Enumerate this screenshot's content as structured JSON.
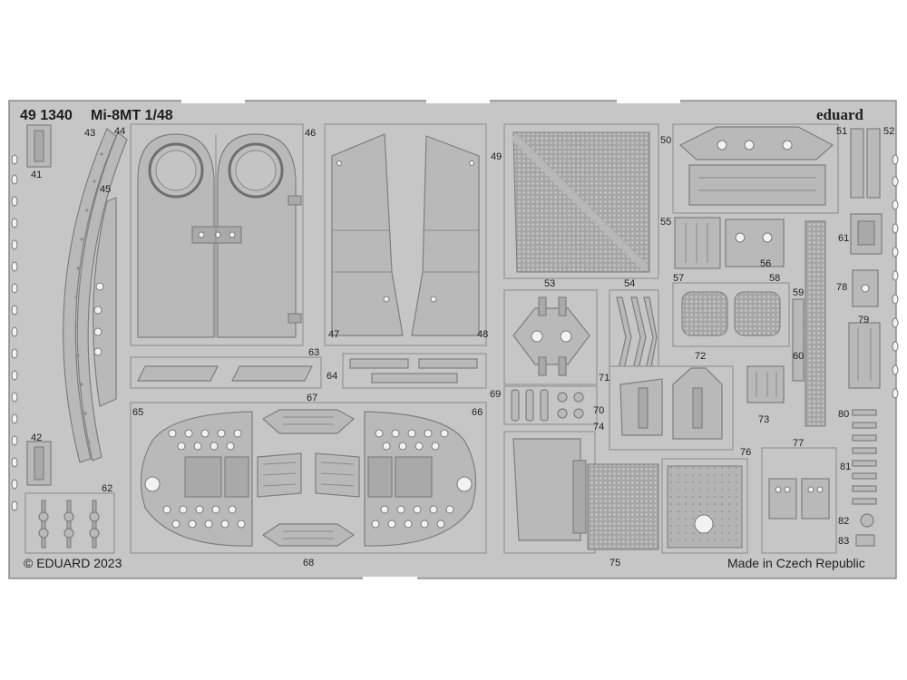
{
  "header": {
    "catalog_number": "49 1340",
    "title": "Mi-8MT 1/48",
    "brand": "eduard"
  },
  "footer": {
    "copyright": "© EDUARD 2023",
    "origin": "Made in Czech Republic"
  },
  "part_numbers": {
    "p41": "41",
    "p42": "42",
    "p43": "43",
    "p44": "44",
    "p45": "45",
    "p46": "46",
    "p47": "47",
    "p48": "48",
    "p49": "49",
    "p50": "50",
    "p51": "51",
    "p52": "52",
    "p53": "53",
    "p54": "54",
    "p55": "55",
    "p56": "56",
    "p57": "57",
    "p58": "58",
    "p59": "59",
    "p60": "60",
    "p61": "61",
    "p62": "62",
    "p63": "63",
    "p64": "64",
    "p65": "65",
    "p66": "66",
    "p67": "67",
    "p68": "68",
    "p69": "69",
    "p70": "70",
    "p71": "71",
    "p72": "72",
    "p73": "73",
    "p74": "74",
    "p75": "75",
    "p76": "76",
    "p77": "77",
    "p78": "78",
    "p79": "79",
    "p80": "80",
    "p81": "81",
    "p82": "82",
    "p83": "83"
  },
  "colors": {
    "fret": "#c6c6c6",
    "part": "#b9b9b9",
    "outline": "#7e7e7e",
    "background": "#ffffff"
  }
}
